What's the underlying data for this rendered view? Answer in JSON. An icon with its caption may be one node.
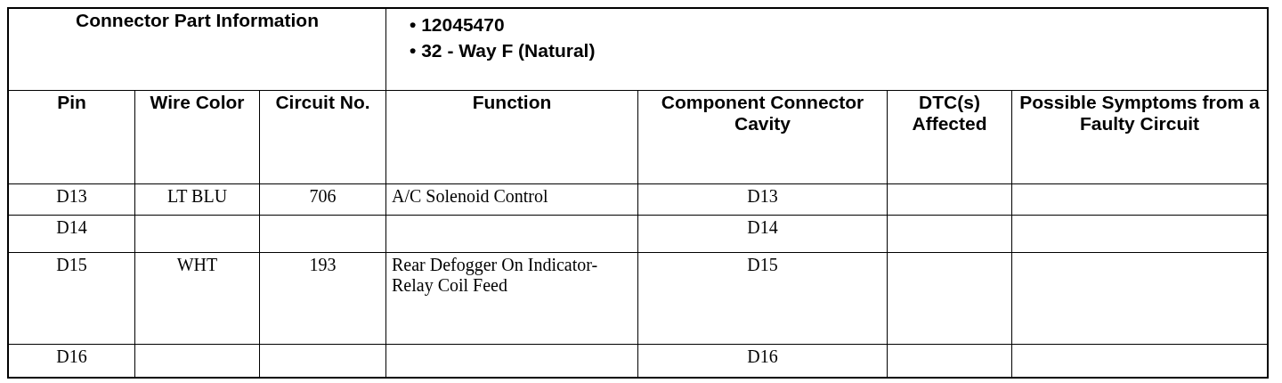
{
  "diagram": {
    "labels": [
      "Connector Part Information",
      "• 12045470",
      "• 32 - Way F (Natural)",
      "Pin",
      "Wire Color",
      "Circuit No.",
      "Function",
      "Component Connector Cavity",
      "DTC(s) Affected",
      "Possible Symptoms from a Faulty Circuit",
      "D13",
      "LT BLU",
      "706",
      "A/C Solenoid Control",
      "D13",
      "D14",
      "D14",
      "D15",
      "WHT",
      "193",
      "Rear Defogger On Indicator-Relay Coil Feed",
      "D15",
      "D16",
      "D16"
    ]
  }
}
